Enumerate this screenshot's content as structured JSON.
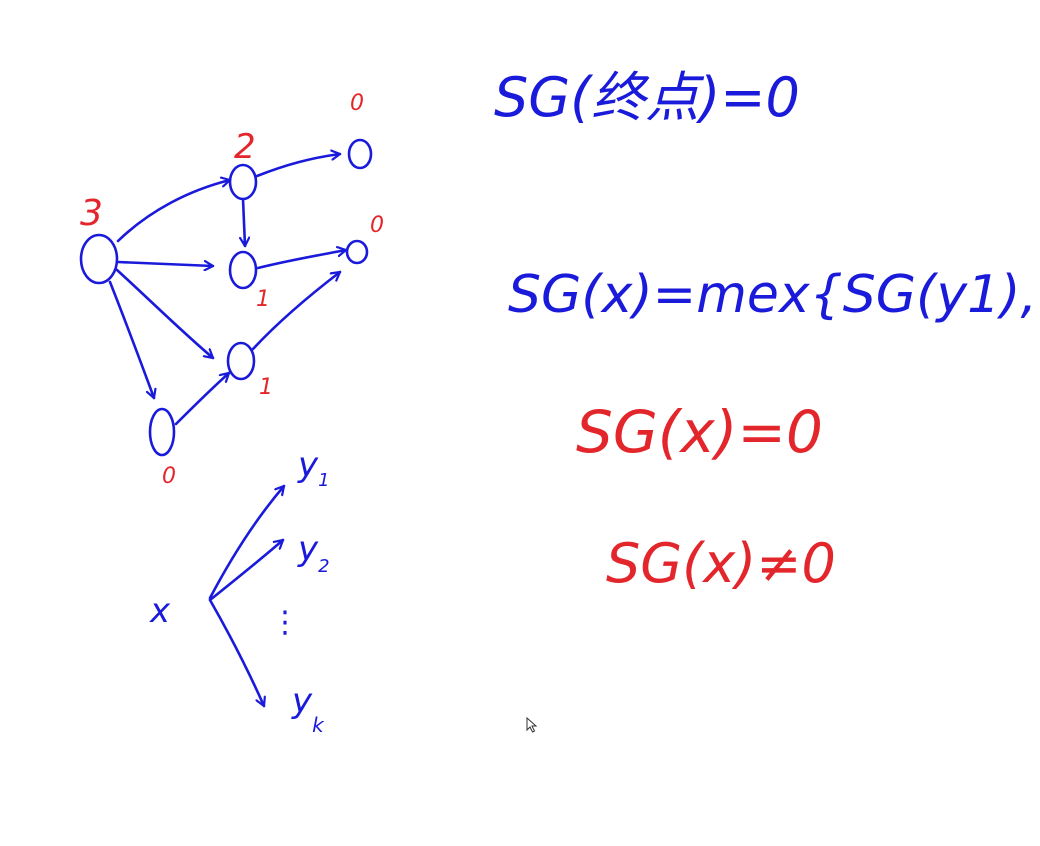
{
  "colors": {
    "ink_blue": "#1a1adb",
    "ink_red": "#e3262b",
    "background": "#ffffff"
  },
  "graph": {
    "node_labels": {
      "a": "3",
      "b": "2",
      "c": "0",
      "d": "1",
      "e": "0",
      "f": "1",
      "g": "0"
    }
  },
  "fanout": {
    "source": "x",
    "targets": [
      {
        "base": "y",
        "sub": "1"
      },
      {
        "base": "y",
        "sub": "2"
      },
      {
        "base": "y",
        "sub": "k"
      }
    ],
    "ellipsis": "⋮"
  },
  "formulas": {
    "terminal": "SG(终点)=0",
    "mex": "SG(x)=mex{SG(y1),",
    "lose": "SG(x)=0",
    "win": "SG(x)≠0"
  },
  "icons": {
    "cursor": "mouse-pointer-icon"
  }
}
